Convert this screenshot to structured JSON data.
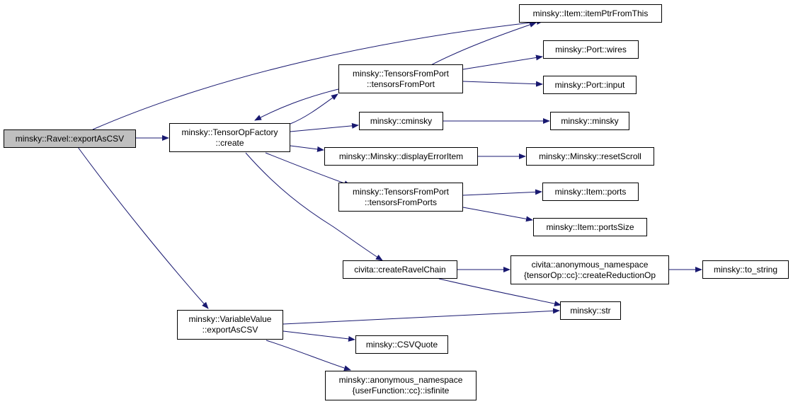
{
  "colors": {
    "edge": "#191970",
    "node_border": "#000000",
    "root_fill": "#bfbfbf",
    "node_fill": "#ffffff"
  },
  "nodes": {
    "exportAsCSV_ravel": {
      "lines": [
        "minsky::Ravel::exportAsCSV"
      ]
    },
    "itemPtrFromThis": {
      "lines": [
        "minsky::Item::itemPtrFromThis"
      ]
    },
    "tensorOpFactory_create": {
      "lines": [
        "minsky::TensorOpFactory",
        "::create"
      ]
    },
    "tensorsFromPort": {
      "lines": [
        "minsky::TensorsFromPort",
        "::tensorsFromPort"
      ]
    },
    "port_wires": {
      "lines": [
        "minsky::Port::wires"
      ]
    },
    "port_input": {
      "lines": [
        "minsky::Port::input"
      ]
    },
    "cminsky": {
      "lines": [
        "minsky::cminsky"
      ]
    },
    "minsky_minsky": {
      "lines": [
        "minsky::minsky"
      ]
    },
    "displayErrorItem": {
      "lines": [
        "minsky::Minsky::displayErrorItem"
      ]
    },
    "resetScroll": {
      "lines": [
        "minsky::Minsky::resetScroll"
      ]
    },
    "tensorsFromPorts": {
      "lines": [
        "minsky::TensorsFromPort",
        "::tensorsFromPorts"
      ]
    },
    "item_ports": {
      "lines": [
        "minsky::Item::ports"
      ]
    },
    "item_portsSize": {
      "lines": [
        "minsky::Item::portsSize"
      ]
    },
    "createRavelChain": {
      "lines": [
        "civita::createRavelChain"
      ]
    },
    "createReductionOp": {
      "lines": [
        "civita::anonymous_namespace",
        "{tensorOp::cc}::createReductionOp"
      ]
    },
    "to_string": {
      "lines": [
        "minsky::to_string"
      ]
    },
    "minsky_str": {
      "lines": [
        "minsky::str"
      ]
    },
    "variableValue_exportAsCSV": {
      "lines": [
        "minsky::VariableValue",
        "::exportAsCSV"
      ]
    },
    "csvQuote": {
      "lines": [
        "minsky::CSVQuote"
      ]
    },
    "isfinite": {
      "lines": [
        "minsky::anonymous_namespace",
        "{userFunction::cc}::isfinite"
      ]
    }
  }
}
